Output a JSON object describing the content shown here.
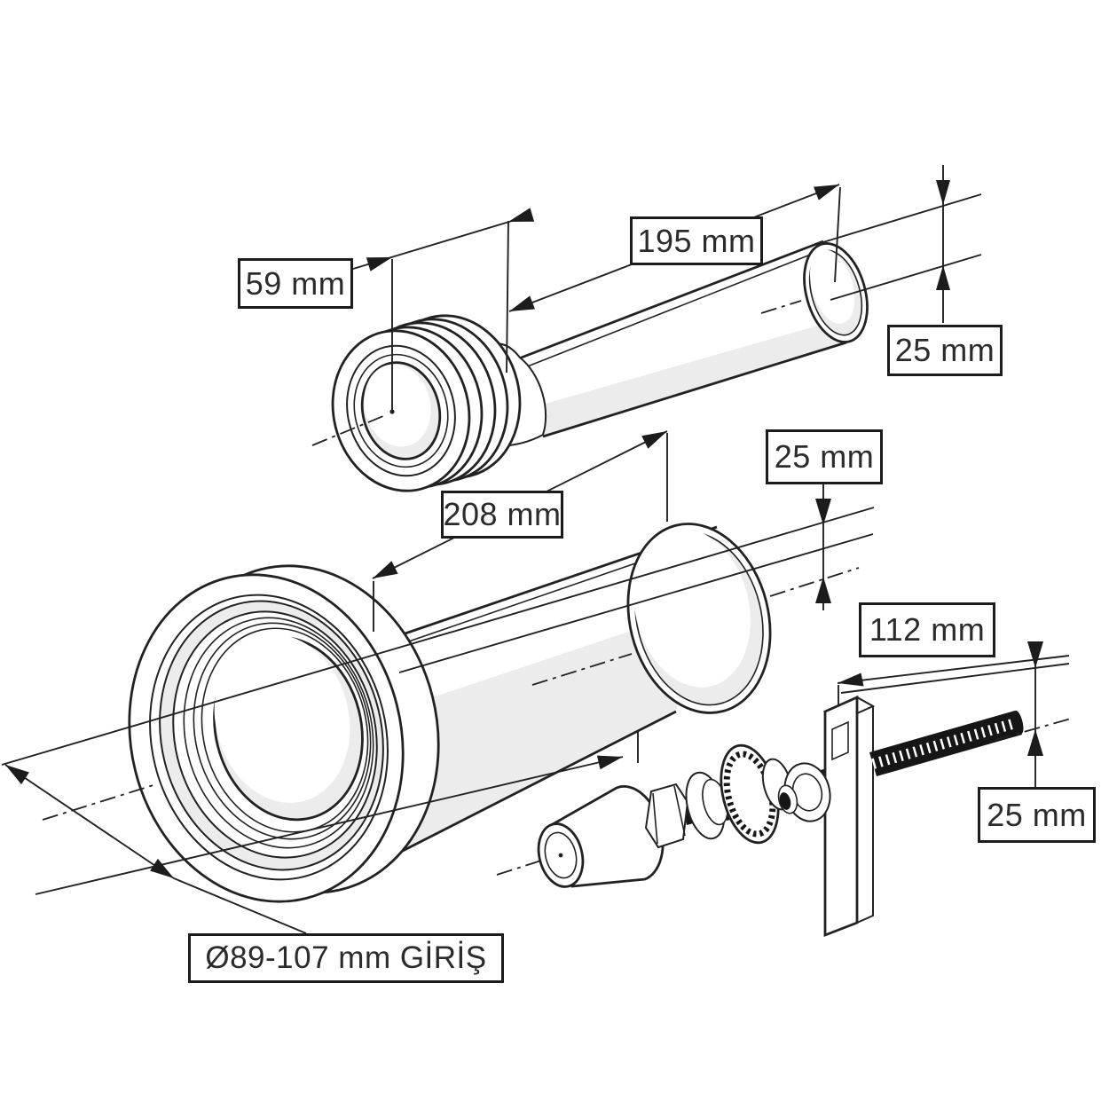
{
  "diagram": {
    "description": "Exploded technical installation drawing of an eccentric WC pan connector set with flush pipe and fixing kit",
    "labels": {
      "dim_59": "59 mm",
      "dim_195": "195 mm",
      "dim_25_outlet_top": "25 mm",
      "dim_208": "208 mm",
      "dim_25_offset_mid": "25 mm",
      "dim_112": "112 mm",
      "dim_25_rod_end": "25 mm",
      "inlet_diameter": "Ø89-107 mm GİRİŞ"
    },
    "colors": {
      "background": "#ffffff",
      "line": "#222222",
      "shade_gray": "#ececec",
      "dark_parts": "#161616"
    },
    "parts": {
      "flush_pipe": "flush-pipe-with-threaded-connector",
      "connector": "eccentric-pan-connector",
      "flange": "inlet-flange-seal",
      "fixing_kit": "fixing-kit-rod-washers-bracket",
      "cone_cap": "cone-cap",
      "hex_nut": "hex-nut",
      "washers": "washers",
      "bracket": "wall-bracket-plate",
      "rod": "threaded-rod"
    }
  }
}
